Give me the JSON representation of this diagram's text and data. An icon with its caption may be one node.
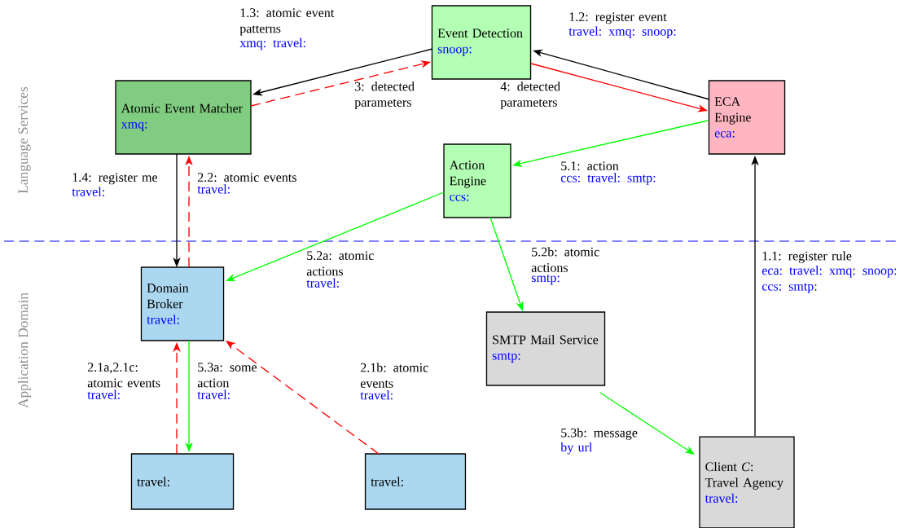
{
  "diagram": {
    "nodes": [
      {
        "text": [
          "Event Detection",
          "snoop:"
        ]
      },
      {
        "text": [
          "Atomic Event Matcher",
          "xmq:"
        ]
      },
      {
        "text": [
          "ECA Engine",
          "eca:"
        ]
      },
      {
        "text": [
          "Action Engine",
          "ccs:"
        ]
      },
      {
        "text": [
          "Domain Broker",
          "travel:"
        ]
      },
      {
        "text": [
          "SMTP Mail Service",
          "smtp:"
        ]
      },
      {
        "text": [
          "travel:"
        ]
      },
      {
        "text": [
          "travel:"
        ]
      },
      {
        "text": [
          "Client *C*: Travel Agency",
          "travel:"
        ]
      }
    ],
    "edges": [
      {
        "from": 0,
        "to": 1,
        "arrow": "to",
        "label": "1.3: atomic event patterns",
        "color": "#000000"
      },
      {
        "from": 1,
        "to": 0,
        "arrow": "to",
        "label": "3: detected parameters",
        "style": "dashed",
        "color": "#ff0000"
      },
      {
        "from": 2,
        "to": 0,
        "arrow": "to",
        "label": "1.2: register event",
        "color": "#000000"
      },
      {
        "from": 0,
        "to": 2,
        "arrow": "to",
        "label": "4: detected parameters",
        "color": "#ff0000"
      },
      {
        "from": 2,
        "to": 3,
        "arrow": "to",
        "label": "5.1: action",
        "color": "#00ff00"
      },
      {
        "from": 1,
        "to": 4,
        "arrow": "to",
        "label": "1.4: register me",
        "color": "#000000"
      },
      {
        "from": 4,
        "to": 1,
        "arrow": "to",
        "label": "2.2: atomic events",
        "style": "dashed",
        "color": "#ff0000"
      },
      {
        "from": 3,
        "to": 4,
        "arrow": "to",
        "label": "5.2a: atomic actions",
        "color": "#00ff00"
      },
      {
        "from": 3,
        "to": 5,
        "arrow": "to",
        "label": "5.2b: atomic actions",
        "color": "#00ff00"
      },
      {
        "from": 6,
        "to": 4,
        "arrow": "to",
        "label": "2.1a,2.1c: atomic events",
        "style": "dashed",
        "color": "#ff0000"
      },
      {
        "from": 4,
        "to": 6,
        "arrow": "to",
        "label": "5.3a: some action",
        "color": "#00ff00"
      },
      {
        "from": 7,
        "to": 4,
        "arrow": "to",
        "label": "2.1b: atomic events",
        "style": "dashed",
        "color": "#ff0000"
      },
      {
        "from": 5,
        "to": 8,
        "arrow": "to",
        "label": "5.3b: message",
        "color": "#00ff00"
      },
      {
        "from": 8,
        "to": 2,
        "arrow": "to",
        "label": "1.1: register rule",
        "color": "#000000"
      }
    ],
    "labels": [
      "Language Services",
      "Application Domain",
      "xmq: travel:",
      "travel: xmq: snoop:",
      "ccs: travel: smtp:",
      "travel:",
      "travel:",
      "travel:",
      "smtp:",
      "travel:",
      "travel:",
      "travel:",
      "by url",
      "eca: travel: xmq: snoop: ccs: smtp:"
    ]
  }
}
